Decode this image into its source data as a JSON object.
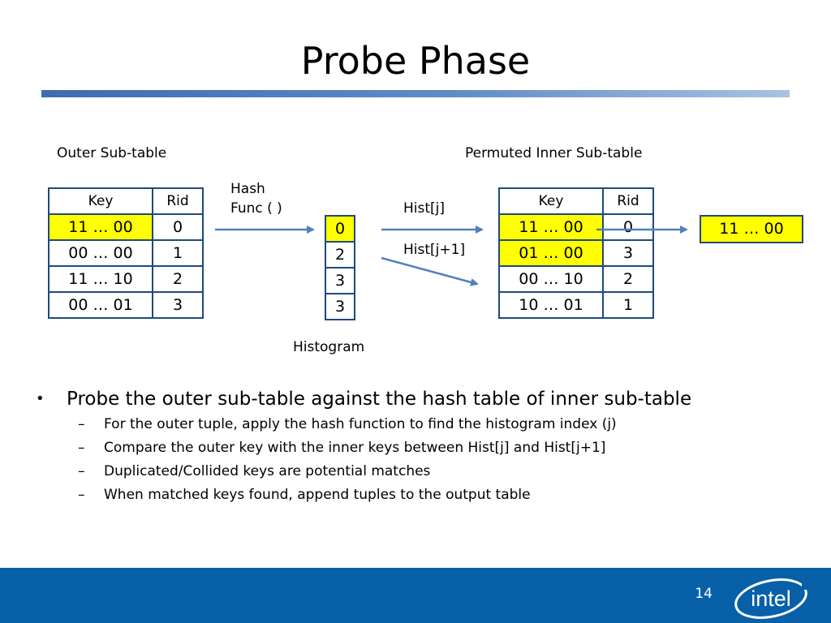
{
  "slide": {
    "title": "Probe Phase",
    "page_number": "14"
  },
  "diagram": {
    "outer_label": "Outer Sub-table",
    "inner_label": "Permuted Inner Sub-table",
    "hash_label_line1": "Hash",
    "hash_label_line2": "Func ( )",
    "histogram_label": "Histogram",
    "hist_j_label": "Hist[j]",
    "hist_j1_label": "Hist[j+1]",
    "outer_table": {
      "headers": [
        "Key",
        "Rid"
      ],
      "rows": [
        [
          "11 … 00",
          "0"
        ],
        [
          "00 … 00",
          "1"
        ],
        [
          "11 … 10",
          "2"
        ],
        [
          "00 … 01",
          "3"
        ]
      ]
    },
    "histogram": [
      "0",
      "2",
      "3",
      "3"
    ],
    "inner_table": {
      "headers": [
        "Key",
        "Rid"
      ],
      "rows": [
        [
          "11 … 00",
          "0"
        ],
        [
          "01 … 00",
          "3"
        ],
        [
          "00 … 10",
          "2"
        ],
        [
          "10 … 01",
          "1"
        ]
      ]
    },
    "output": "11 … 00",
    "colors": {
      "highlight": "#ffff00",
      "border": "#1f497d",
      "arrow": "#4f81bd"
    }
  },
  "bullets": {
    "main": "Probe the outer sub-table against the hash table of inner sub-table",
    "subs": [
      "For the outer tuple, apply the hash function to find the histogram index (j)",
      "Compare the outer key with the inner keys between Hist[j] and Hist[j+1]",
      "Duplicated/Collided keys are potential matches",
      "When matched keys found, append tuples to the output table"
    ]
  },
  "footer": {
    "logo_text": "intel",
    "logo_icon": "intel-logo-icon",
    "color": "#0860a8"
  }
}
